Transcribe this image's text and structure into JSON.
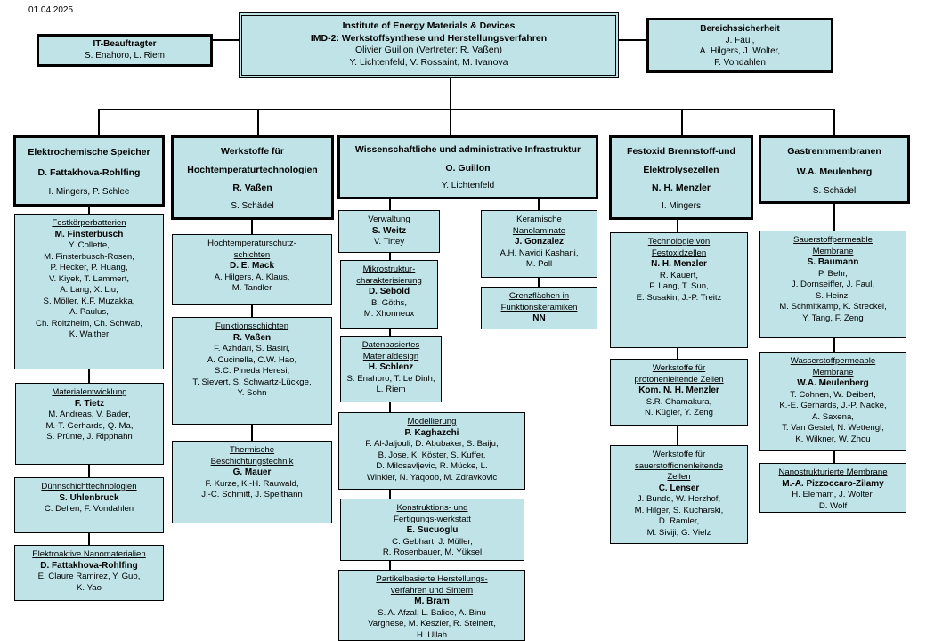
{
  "date": "01.04.2025",
  "top": {
    "line1": "Institute of Energy Materials & Devices",
    "line2": "IMD-2: Werkstoffsynthese und Herstellungsverfahren",
    "line3": "Olivier Guillon  (Vertreter: R. Vaßen)",
    "line4": "Y. Lichtenfeld, V. Rossaint, M. Ivanova"
  },
  "it": {
    "title": "IT-Beauftragter",
    "people": "S. Enahoro,  L. Riem"
  },
  "safety": {
    "title": "Bereichssicherheit",
    "people": [
      "J. Faul,",
      "A. Hilgers, J. Wolter,",
      "F. Vondahlen"
    ]
  },
  "depts": [
    {
      "title": "Elektrochemische Speicher",
      "head": "D. Fattakhova-Rohlfing",
      "people": "I. Mingers, P. Schlee"
    },
    {
      "title": "Werkstoffe für",
      "title2": "Hochtemperaturtechnologien",
      "head": "R. Vaßen",
      "people": "S. Schädel"
    },
    {
      "title": "Wissenschaftliche und administrative Infrastruktur",
      "head": "O. Guillon",
      "people": "Y. Lichtenfeld"
    },
    {
      "title": "Festoxid Brennstoff-und",
      "title2": "Elektrolysezellen",
      "head": "N. H. Menzler",
      "people": "I. Mingers"
    },
    {
      "title": "Gastrennmembranen",
      "head": "W.A. Meulenberg",
      "people": "S. Schädel"
    }
  ],
  "groups": {
    "c1": [
      {
        "title": [
          "Festkörperbatterien"
        ],
        "head": "M. Finsterbusch",
        "people": [
          "Y. Collette,",
          "M. Finsterbusch-Rosen,",
          "P. Hecker, P. Huang,",
          "V. Kiyek, T. Lammert,",
          "A. Lang, X. Liu,",
          "S. Möller, K.F. Muzakka,",
          "A. Paulus,",
          "Ch. Roitzheim, Ch. Schwab,",
          "K. Walther"
        ]
      },
      {
        "title": [
          "Materialentwicklung"
        ],
        "head": "F. Tietz",
        "people": [
          "M. Andreas, V. Bader,",
          "M.-T. Gerhards, Q. Ma,",
          "S. Prünte, J. Ripphahn"
        ]
      },
      {
        "title": [
          "Dünnschichttechnologien"
        ],
        "head": "S. Uhlenbruck",
        "people": [
          "C. Dellen, F. Vondahlen"
        ]
      },
      {
        "title": [
          "Elektroaktive Nanomaterialien"
        ],
        "head": "D. Fattakhova-Rohlfing",
        "people": [
          "E. Claure Ramirez, Y. Guo,",
          "K. Yao"
        ]
      }
    ],
    "c2": [
      {
        "title": [
          "Hochtemperaturschutz-",
          "schichten"
        ],
        "head": "D. E. Mack",
        "people": [
          "A. Hilgers, A. Klaus,",
          "M. Tandler"
        ]
      },
      {
        "title": [
          "Funktionsschichten"
        ],
        "head": "R. Vaßen",
        "people": [
          "F. Azhdari, S. Basiri,",
          "A. Cucinella, C.W. Hao,",
          "S.C. Pineda Heresi,",
          "T. Sievert, S. Schwartz-Lückge,",
          "Y. Sohn"
        ]
      },
      {
        "title": [
          "Thermische",
          "Beschichtungstechnik"
        ],
        "head": "G. Mauer",
        "people": [
          "F. Kurze, K.-H. Rauwald,",
          "J.-C. Schmitt, J. Spelthann"
        ]
      }
    ],
    "c3a": [
      {
        "title": [
          "Verwaltung"
        ],
        "head": "S. Weitz",
        "people": [
          "V. Tirtey"
        ]
      },
      {
        "title": [
          "Mikrostruktur-",
          "charakterisierung"
        ],
        "head": "D. Sebold",
        "people": [
          "B. Göths,",
          "M. Xhonneux"
        ]
      },
      {
        "title": [
          "Datenbasiertes",
          "Materialdesign"
        ],
        "head": "H. Schlenz",
        "people": [
          "S. Enahoro,  T. Le Dinh,",
          "L. Riem"
        ]
      },
      {
        "title": [
          "Modellierung"
        ],
        "head": "P. Kaghazchi",
        "people": [
          "F. Al-Jaljouli, D. Abubaker, S. Baiju,",
          "B. Jose, K. Köster, S. Kuffer,",
          "D. Milosavljevic, R. Mücke, L.",
          "Winkler, N. Yaqoob, M. Zdravkovic"
        ]
      },
      {
        "title": [
          "Konstruktions- und",
          "Fertigungs-werkstatt"
        ],
        "head": "E. Sucuoglu",
        "people": [
          "C. Gebhart, J. Müller,",
          "R. Rosenbauer, M. Yüksel"
        ]
      },
      {
        "title": [
          "Partikelbasierte Herstellungs-",
          "verfahren und Sintern"
        ],
        "head": "M. Bram",
        "people": [
          "S. A. Afzal, L. Balice, A. Binu",
          "Varghese, M. Keszler, R. Steinert,",
          "H. Ullah"
        ]
      }
    ],
    "c3b": [
      {
        "title": [
          "Keramische",
          "Nanolaminate"
        ],
        "head": "J. Gonzalez",
        "people": [
          "A.H. Navidi Kashani,",
          "M. Poll"
        ]
      },
      {
        "title": [
          "Grenzflächen in",
          "Funktionskeramiken"
        ],
        "head": "NN",
        "people": []
      }
    ],
    "c4": [
      {
        "title": [
          "Technologie von",
          "Festoxidzellen"
        ],
        "head": "N. H. Menzler",
        "people": [
          "R. Kauert,",
          "F. Lang, T. Sun,",
          "E. Susakin, J.-P. Treitz"
        ]
      },
      {
        "title": [
          "Werkstoffe für",
          "protonenleitende Zellen"
        ],
        "head": "Kom. N. H. Menzler",
        "people": [
          "S.R. Chamakura,",
          "N. Kügler, Y. Zeng"
        ]
      },
      {
        "title": [
          "Werkstoffe für",
          "sauerstoffionenleitende",
          "Zellen"
        ],
        "head": "C. Lenser",
        "people": [
          "J. Bunde, W. Herzhof,",
          "M. Hilger, S. Kucharski,",
          "D. Ramler,",
          "M. Siviji, G. Vielz"
        ]
      }
    ],
    "c5": [
      {
        "title": [
          "Sauerstoffpermeable",
          "Membrane"
        ],
        "head": "S. Baumann",
        "people": [
          "P. Behr,",
          "J. Dornseiffer, J. Faul,",
          "S. Heinz,",
          "M. Schmitkamp,  K. Streckel,",
          "Y. Tang, F. Zeng"
        ]
      },
      {
        "title": [
          "Wasserstoffpermeable",
          "Membrane"
        ],
        "head": "W.A. Meulenberg",
        "people": [
          "T. Cohnen, W. Deibert,",
          "K.-E. Gerhards, J.-P. Nacke,",
          "A. Saxena,",
          "T. Van Gestel, N. Wettengl,",
          "K. Wilkner, W. Zhou"
        ]
      },
      {
        "title": [
          "Nanostrukturierte Membrane"
        ],
        "head": "M.-A. Pizzoccaro-Zilamy",
        "people": [
          "H. Elemam,  J. Wolter,",
          "D. Wolf"
        ]
      }
    ]
  }
}
